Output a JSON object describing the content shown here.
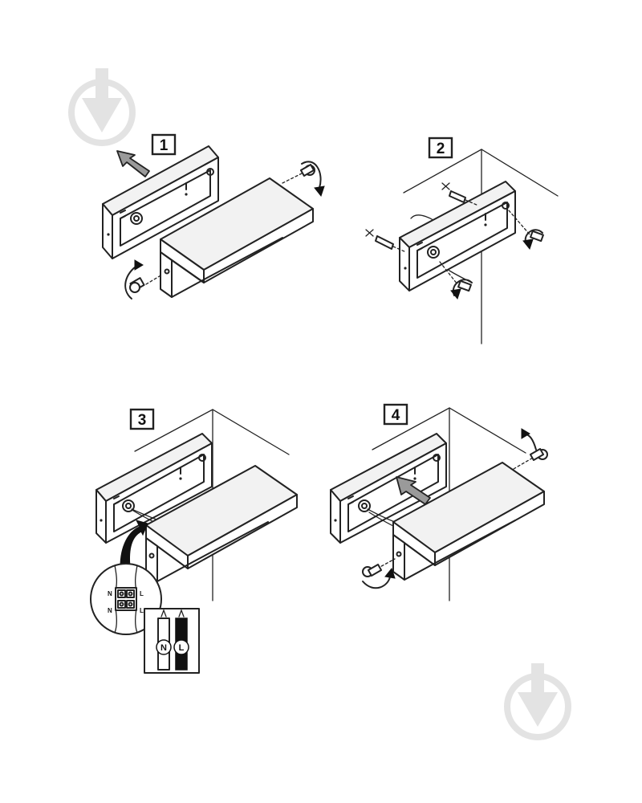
{
  "colors": {
    "line": "#222222",
    "watermark": "#e3e3e3",
    "arrow_fill": "#9a9a9a",
    "background": "#ffffff"
  },
  "watermark": {
    "icon": "download-arrow-circle-icon"
  },
  "steps": [
    {
      "label": "1"
    },
    {
      "label": "2"
    },
    {
      "label": "3"
    },
    {
      "label": "4"
    }
  ],
  "wiring": {
    "terminal_labels": [
      "N",
      "L",
      "N",
      "L"
    ],
    "neutral_label": "N",
    "live_label": "L"
  }
}
